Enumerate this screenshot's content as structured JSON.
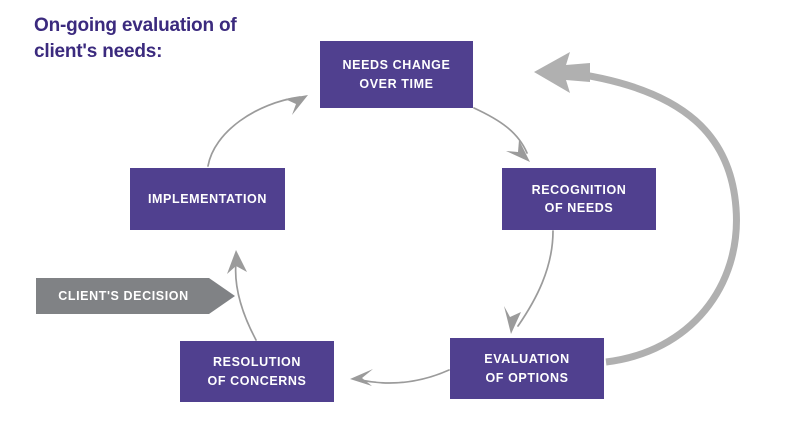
{
  "page": {
    "title": "On-going evaluation of\nclient's needs:",
    "background_color": "#ffffff"
  },
  "colors": {
    "title_purple": "#3b2a7e",
    "node_purple": "#50408f",
    "node_text": "#ffffff",
    "arrow_gray": "#9b9b9b",
    "banner_gray": "#808285"
  },
  "diagram": {
    "type": "cycle",
    "direction": "clockwise",
    "nodes": [
      {
        "id": "needs-change",
        "label": "NEEDS CHANGE\nOVER TIME",
        "position": "top"
      },
      {
        "id": "recognition",
        "label": "RECOGNITION\nOF NEEDS",
        "position": "right"
      },
      {
        "id": "evaluation",
        "label": "EVALUATION\nOF OPTIONS",
        "position": "bottom-right"
      },
      {
        "id": "resolution",
        "label": "RESOLUTION\nOF CONCERNS",
        "position": "bottom-left"
      },
      {
        "id": "implementation",
        "label": "IMPLEMENTATION",
        "position": "left"
      }
    ],
    "connections": [
      {
        "from": "needs-change",
        "to": "recognition"
      },
      {
        "from": "recognition",
        "to": "evaluation"
      },
      {
        "from": "evaluation",
        "to": "resolution"
      },
      {
        "from": "resolution",
        "to": "implementation"
      },
      {
        "from": "implementation",
        "to": "needs-change"
      },
      {
        "from": "evaluation",
        "to": "needs-change",
        "style": "outer-feedback-arc"
      }
    ],
    "banner": {
      "label": "CLIENT'S DECISION",
      "shape": "right-pointing-arrow",
      "points_to": "implementation"
    }
  }
}
